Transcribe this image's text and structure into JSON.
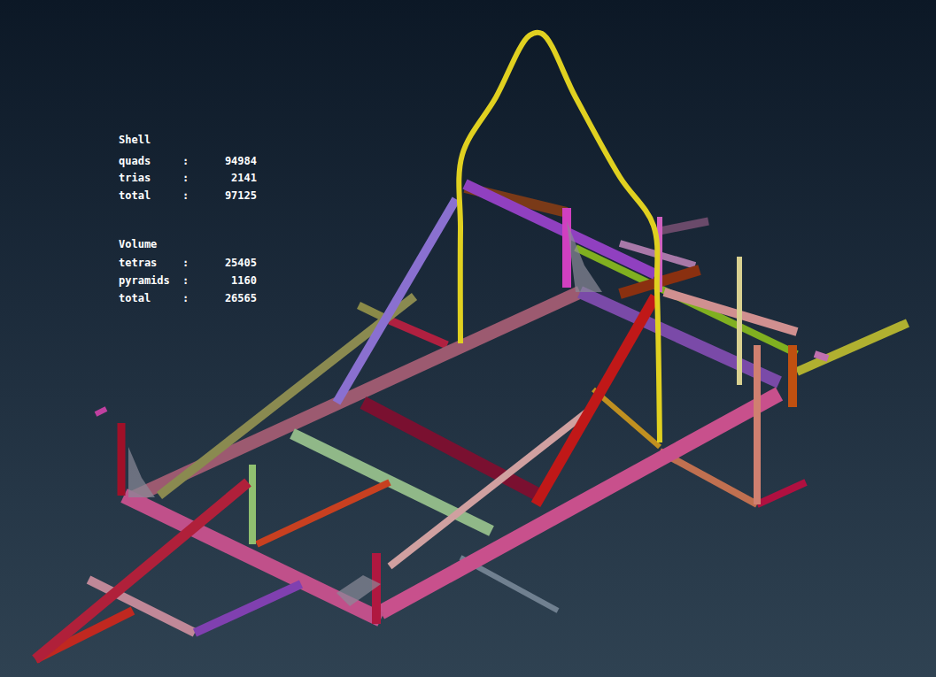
{
  "diagram": {
    "labels": [
      "Shell",
      "quads",
      ":",
      "94984",
      "trias",
      ":",
      "2141",
      "total",
      ":",
      "97125",
      "Volume",
      "tetras",
      ":",
      "25405",
      "pyramids",
      ":",
      "1160",
      "total",
      ":",
      "26565"
    ]
  }
}
